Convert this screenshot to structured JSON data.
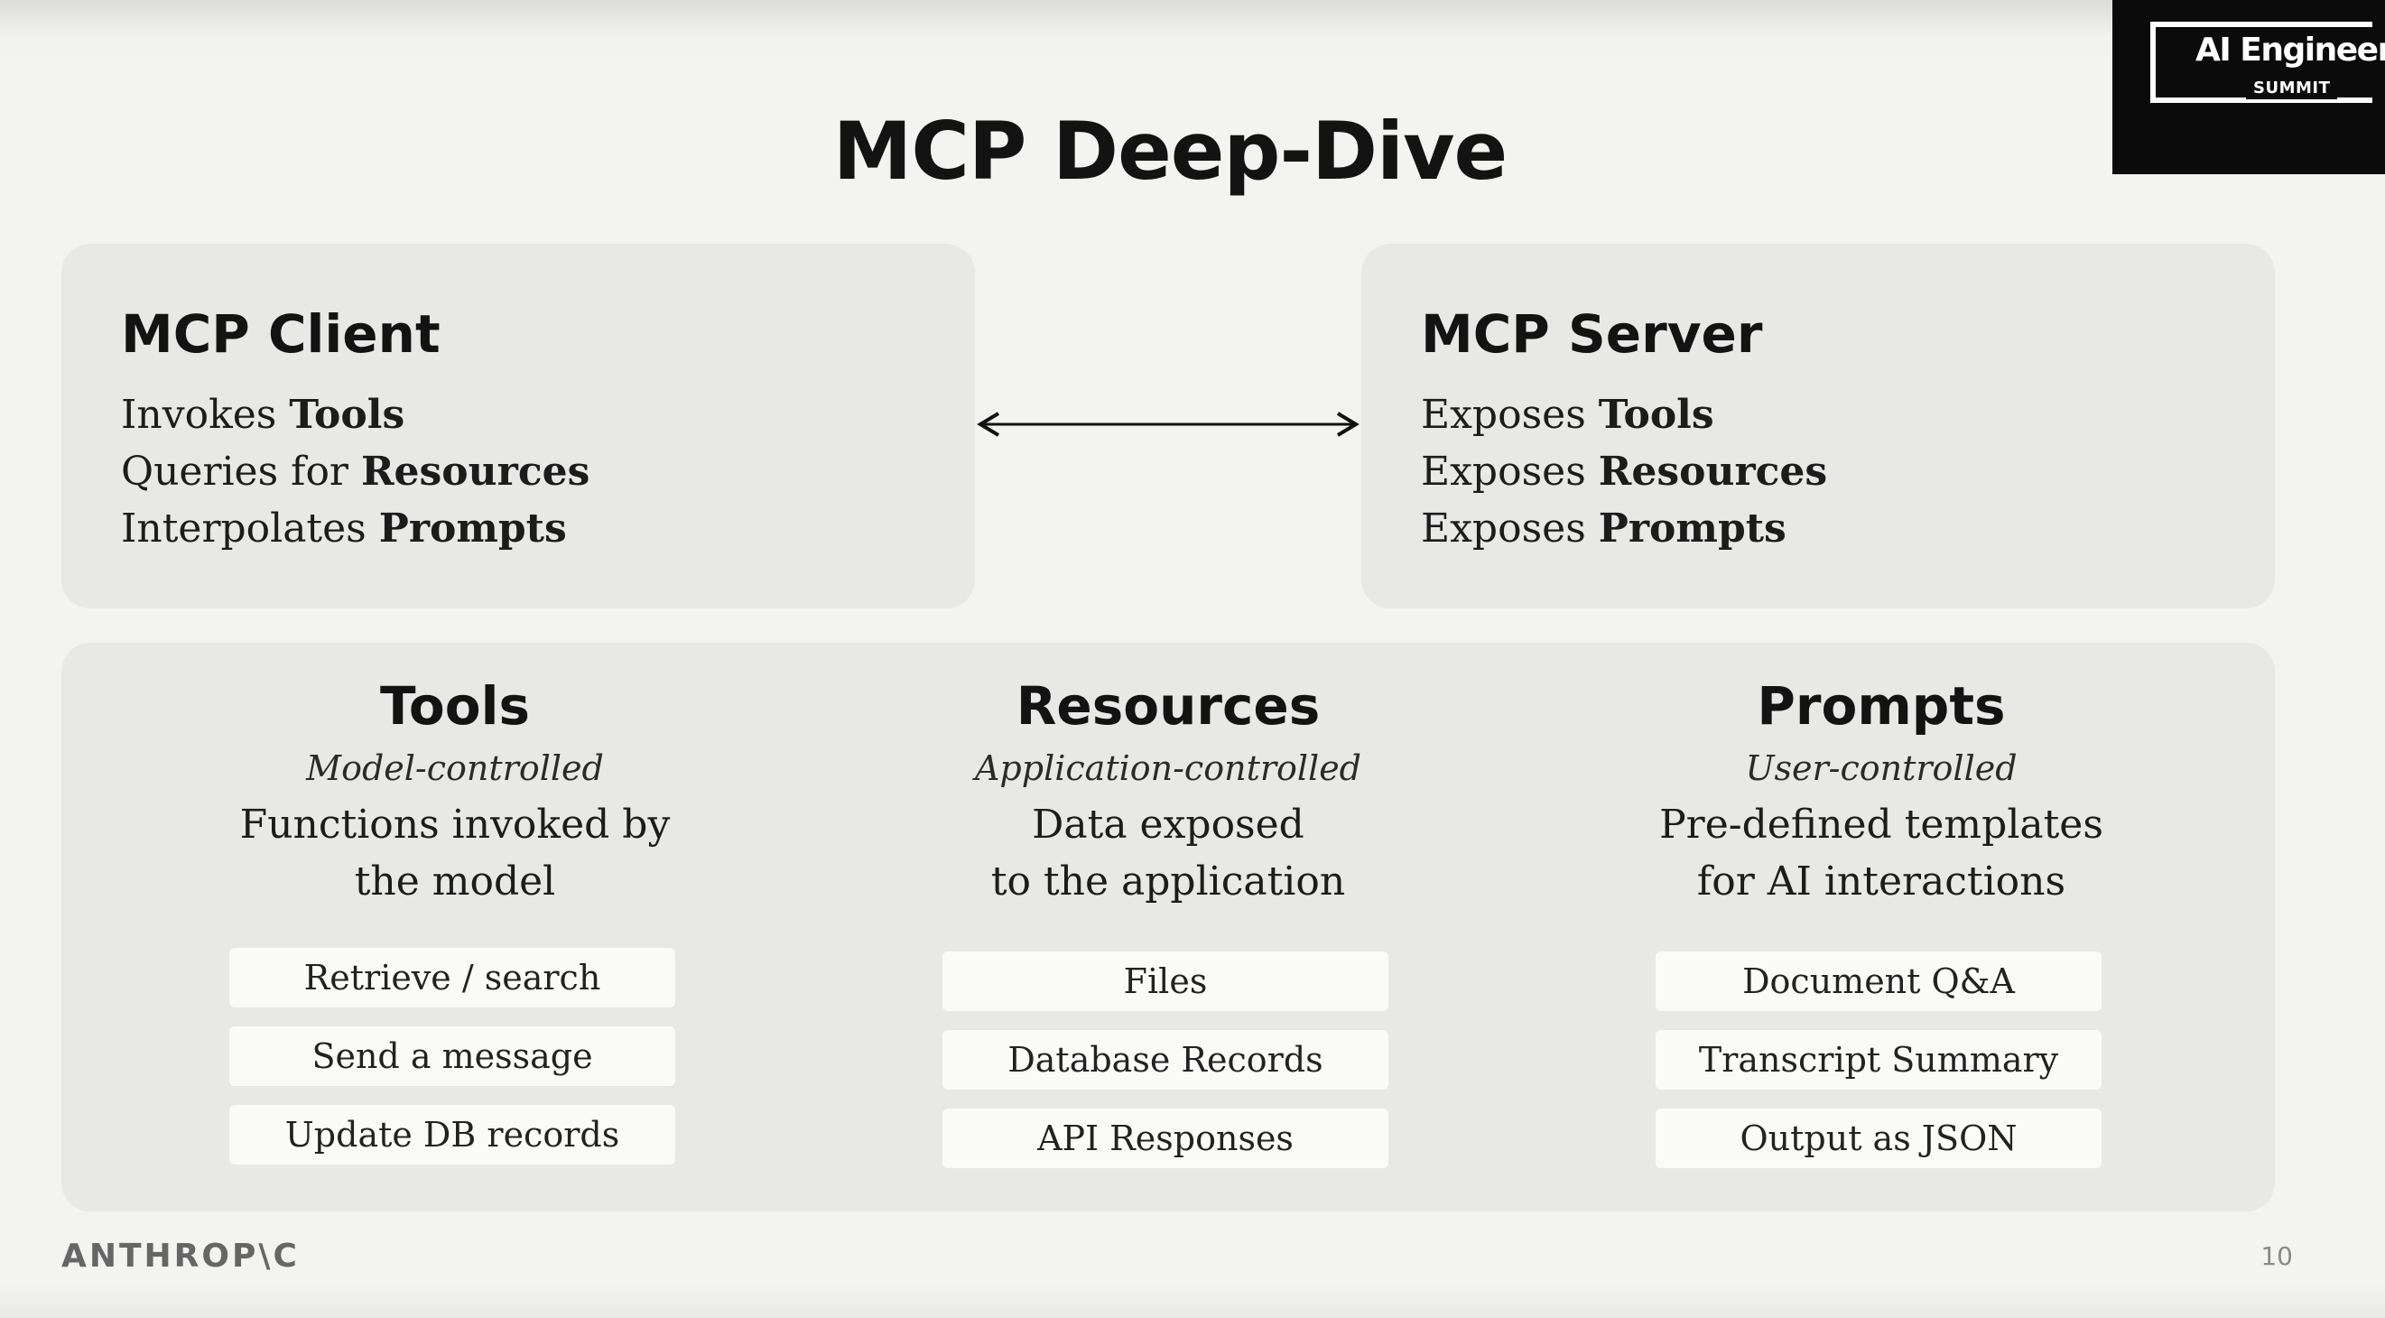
{
  "slide": {
    "title": "MCP Deep-Dive",
    "page_number": "10",
    "brand": "ANTHROP\\C"
  },
  "logo": {
    "main": "AI Engineer",
    "sub": "SUMMIT"
  },
  "client": {
    "heading": "MCP Client",
    "lines": [
      {
        "prefix": "Invokes ",
        "term": "Tools"
      },
      {
        "prefix": "Queries for ",
        "term": "Resources"
      },
      {
        "prefix": "Interpolates ",
        "term": "Prompts"
      }
    ]
  },
  "server": {
    "heading": "MCP Server",
    "lines": [
      {
        "prefix": "Exposes ",
        "term": "Tools"
      },
      {
        "prefix": "Exposes ",
        "term": "Resources"
      },
      {
        "prefix": "Exposes ",
        "term": "Prompts"
      }
    ]
  },
  "columns": [
    {
      "heading": "Tools",
      "subtitle": "Model-controlled",
      "description": [
        "Functions invoked by",
        "the model"
      ],
      "items": [
        "Retrieve / search",
        "Send a message",
        "Update DB records"
      ]
    },
    {
      "heading": "Resources",
      "subtitle": "Application-controlled",
      "description": [
        "Data exposed",
        "to the application"
      ],
      "items": [
        "Files",
        "Database Records",
        "API Responses"
      ]
    },
    {
      "heading": "Prompts",
      "subtitle": "User-controlled",
      "description": [
        "Pre-defined templates",
        "for AI interactions"
      ],
      "items": [
        "Document Q&A",
        "Transcript Summary",
        "Output as JSON"
      ]
    }
  ]
}
